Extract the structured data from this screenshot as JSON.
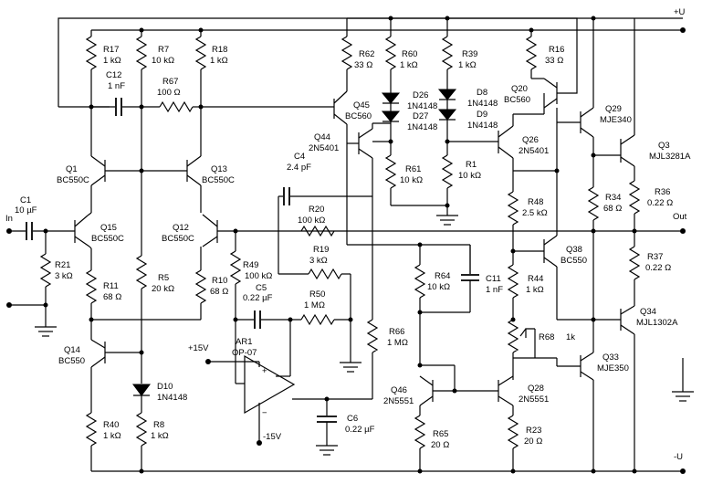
{
  "rails": {
    "pos": "+U",
    "neg": "-U",
    "out": "Out",
    "in": "In",
    "v15p": "+15V",
    "v15n": "-15V"
  },
  "res": {
    "R17": {
      "n": "R17",
      "v": "1 kΩ"
    },
    "R7": {
      "n": "R7",
      "v": "10 kΩ"
    },
    "R18": {
      "n": "R18",
      "v": "1 kΩ"
    },
    "R67": {
      "n": "R67",
      "v": "100 Ω"
    },
    "R62": {
      "n": "R62",
      "v": "33 Ω"
    },
    "R60": {
      "n": "R60",
      "v": "1 kΩ"
    },
    "R39": {
      "n": "R39",
      "v": "1 kΩ"
    },
    "R16": {
      "n": "R16",
      "v": "33 Ω"
    },
    "R61": {
      "n": "R61",
      "v": "10 kΩ"
    },
    "R1": {
      "n": "R1",
      "v": "10 kΩ"
    },
    "R20": {
      "n": "R20",
      "v": "100 kΩ"
    },
    "R21": {
      "n": "R21",
      "v": "3 kΩ"
    },
    "R11": {
      "n": "R11",
      "v": "68 Ω"
    },
    "R5": {
      "n": "R5",
      "v": "20 kΩ"
    },
    "R10": {
      "n": "R10",
      "v": "68 Ω"
    },
    "R49": {
      "n": "R49",
      "v": "100 kΩ"
    },
    "R19": {
      "n": "R19",
      "v": "3 kΩ"
    },
    "R50": {
      "n": "R50",
      "v": "1 MΩ"
    },
    "R64": {
      "n": "R64",
      "v": "10 kΩ"
    },
    "R66": {
      "n": "R66",
      "v": "1 MΩ"
    },
    "R48": {
      "n": "R48",
      "v": "2.5 kΩ"
    },
    "R44": {
      "n": "R44",
      "v": "1 kΩ"
    },
    "R34": {
      "n": "R34",
      "v": "68 Ω"
    },
    "R36": {
      "n": "R36",
      "v": "0.22 Ω"
    },
    "R37": {
      "n": "R37",
      "v": "0.22 Ω"
    },
    "R40": {
      "n": "R40",
      "v": "1 kΩ"
    },
    "R8": {
      "n": "R8",
      "v": "1 kΩ"
    },
    "R65": {
      "n": "R65",
      "v": "20 Ω"
    },
    "R23": {
      "n": "R23",
      "v": "20 Ω"
    },
    "R68": {
      "n": "R68",
      "v": "1k"
    }
  },
  "caps": {
    "C12": {
      "n": "C12",
      "v": "1 nF"
    },
    "C1": {
      "n": "C1",
      "v": "10 µF"
    },
    "C4": {
      "n": "C4",
      "v": "2.4 pF"
    },
    "C5": {
      "n": "C5",
      "v": "0.22 µF"
    },
    "C11": {
      "n": "C11",
      "v": "1 nF"
    },
    "C6": {
      "n": "C6",
      "v": "0.22 µF"
    }
  },
  "trans": {
    "Q1": {
      "n": "Q1",
      "t": "BC550C"
    },
    "Q13": {
      "n": "Q13",
      "t": "BC550C"
    },
    "Q15": {
      "n": "Q15",
      "t": "BC550C"
    },
    "Q12": {
      "n": "Q12",
      "t": "BC550C"
    },
    "Q14": {
      "n": "Q14",
      "t": "BC550"
    },
    "Q45": {
      "n": "Q45",
      "t": "BC560"
    },
    "Q44": {
      "n": "Q44",
      "t": "2N5401"
    },
    "Q20": {
      "n": "Q20",
      "t": "BC560"
    },
    "Q26": {
      "n": "Q26",
      "t": "2N5401"
    },
    "Q29": {
      "n": "Q29",
      "t": "MJE340"
    },
    "Q3": {
      "n": "Q3",
      "t": "MJL3281A"
    },
    "Q38": {
      "n": "Q38",
      "t": "BC550"
    },
    "Q34": {
      "n": "Q34",
      "t": "MJL1302A"
    },
    "Q33": {
      "n": "Q33",
      "t": "MJE350"
    },
    "Q46": {
      "n": "Q46",
      "t": "2N5551"
    },
    "Q28": {
      "n": "Q28",
      "t": "2N5551"
    }
  },
  "diodes": {
    "D26": {
      "n": "D26",
      "t": "1N4148"
    },
    "D27": {
      "n": "D27",
      "t": "1N4148"
    },
    "D8": {
      "n": "D8",
      "t": "1N4148"
    },
    "D9": {
      "n": "D9",
      "t": "1N4148"
    },
    "D10": {
      "n": "D10",
      "t": "1N4148"
    }
  },
  "opamp": {
    "n": "AR1",
    "t": "OP-07",
    "plus": "+",
    "minus": "−"
  }
}
